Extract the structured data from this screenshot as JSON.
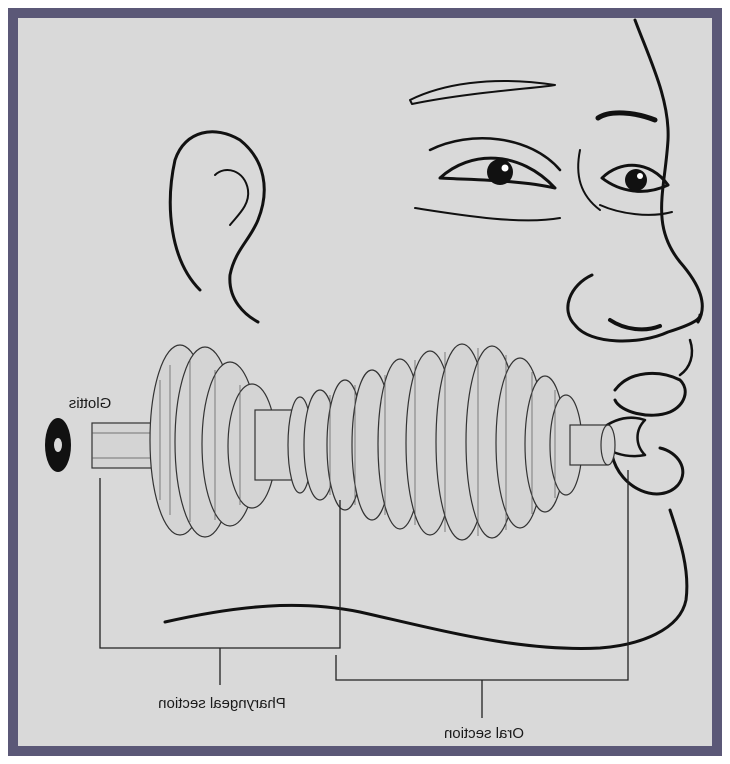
{
  "labels": {
    "glottis": "Glottis",
    "pharyngeal": "Pharyngeal section",
    "oral": "Oral section"
  },
  "colors": {
    "frame_border": "#5b5877",
    "background": "#d9d9d9",
    "ink": "#111111"
  }
}
